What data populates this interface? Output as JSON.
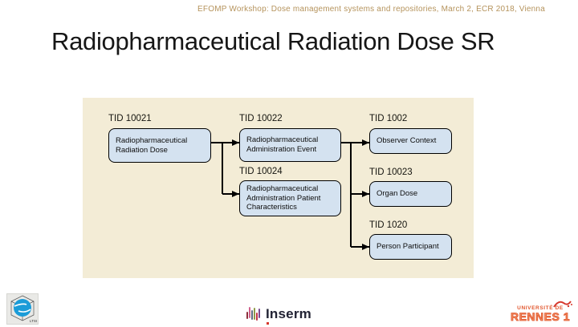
{
  "header": {
    "text": "EFOMP Workshop: Dose management systems and repositories, March 2, ECR 2018, Vienna",
    "color": "#b5935c"
  },
  "title": {
    "text": "Radiopharmaceutical Radiation Dose SR"
  },
  "diagram": {
    "panel_bg": "#f3ecd6",
    "box_fill": "#d4e2f0",
    "box_border": "#000000",
    "connector_color": "#000000",
    "nodes": [
      {
        "tid": "TID 10021",
        "label": "Radiopharmaceutical Radiation Dose"
      },
      {
        "tid": "TID 10022",
        "label": "Radiopharmaceutical Administration Event"
      },
      {
        "tid": "TID 1002",
        "label": "Observer Context"
      },
      {
        "tid": "TID 10024",
        "label": "Radiopharmaceutical Administration Patient Characteristics"
      },
      {
        "tid": "TID 10023",
        "label": "Organ Dose"
      },
      {
        "tid": "TID 1020",
        "label": "Person Participant"
      }
    ]
  },
  "footer": {
    "ltsi": {
      "label": "LTSI",
      "sphere_color": "#1b9cd8"
    },
    "inserm": {
      "label": "Inserm",
      "text_color": "#222334",
      "dot_color": "#d6372c",
      "bars": [
        {
          "color": "#8e2f3c",
          "h": 9,
          "y": 6,
          "x": 0
        },
        {
          "color": "#d0608c",
          "h": 14,
          "y": 0,
          "x": 3
        },
        {
          "color": "#5c6a80",
          "h": 12,
          "y": 4,
          "x": 6
        },
        {
          "color": "#8f9a4a",
          "h": 15,
          "y": 1,
          "x": 9
        },
        {
          "color": "#c23347",
          "h": 10,
          "y": 7,
          "x": 12
        },
        {
          "color": "#7a4a8f",
          "h": 12,
          "y": 2,
          "x": 15
        }
      ]
    },
    "rennes": {
      "line1": "UNIVERSITÉ DE",
      "line2": "RENNES 1",
      "color": "#e2572e"
    }
  }
}
